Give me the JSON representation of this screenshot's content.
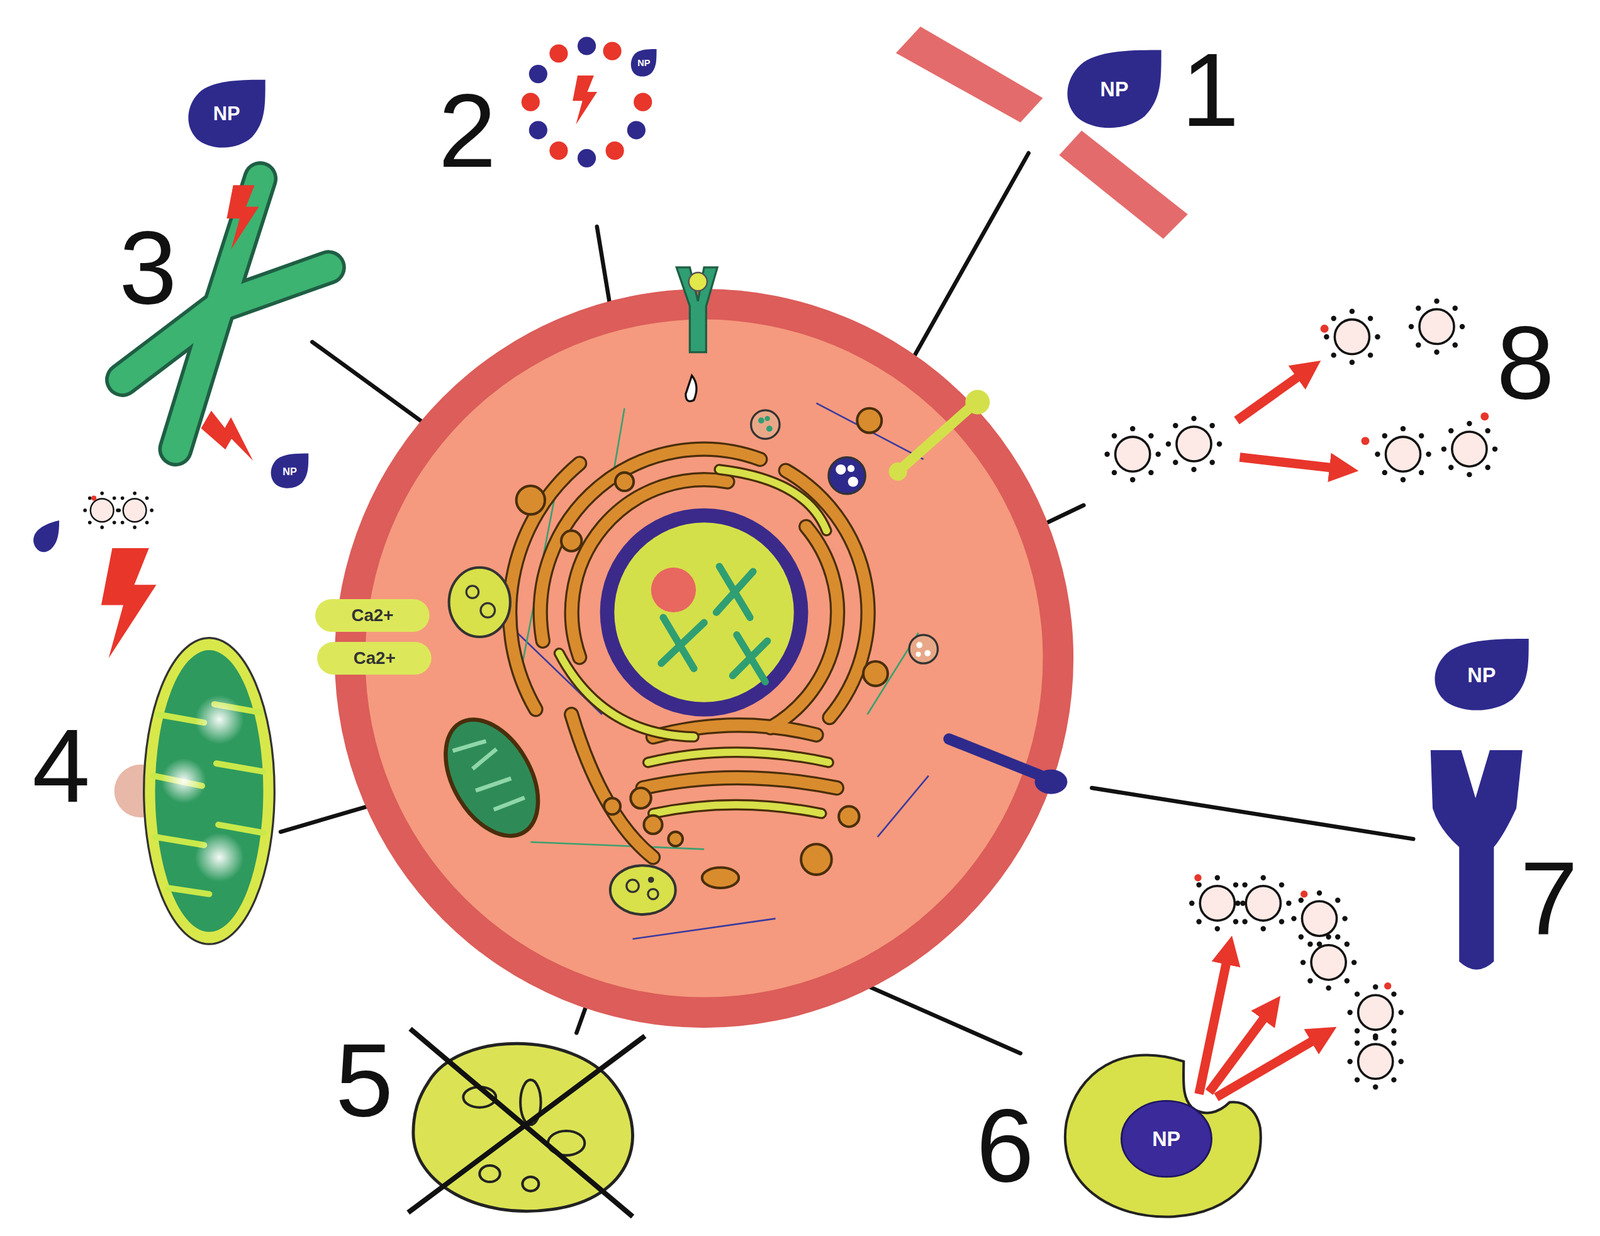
{
  "diagram": {
    "nodes": [
      {
        "text": [
          "NP"
        ]
      },
      {
        "text": [
          "NP"
        ]
      },
      {
        "text": [
          "NP"
        ]
      },
      {
        "text": [
          "NP"
        ]
      },
      {
        "text": [
          "Ca2+"
        ]
      },
      {
        "text": [
          "Ca2+"
        ]
      },
      {
        "text": [
          "NP"
        ]
      },
      {
        "text": [
          "NP"
        ]
      }
    ],
    "labels": [
      "1",
      "2",
      "3",
      "8",
      "4",
      "7",
      "5",
      "6"
    ]
  }
}
